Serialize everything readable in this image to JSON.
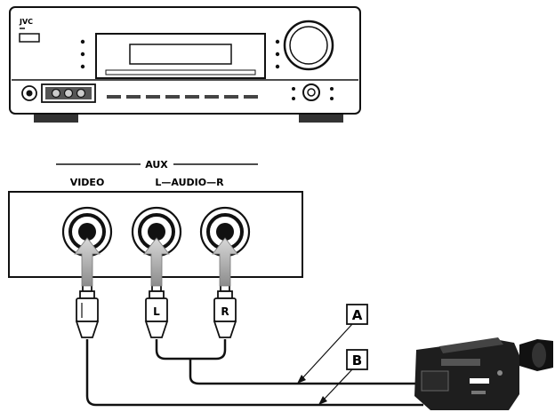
{
  "receiver": {
    "brand": "JVC"
  },
  "panel": {
    "group_label": "AUX",
    "video_label": "VIDEO",
    "audio_label": "L—AUDIO—R"
  },
  "plugs": {
    "left_letter": "L",
    "right_letter": "R"
  },
  "callouts": {
    "a": "A",
    "b": "B"
  }
}
